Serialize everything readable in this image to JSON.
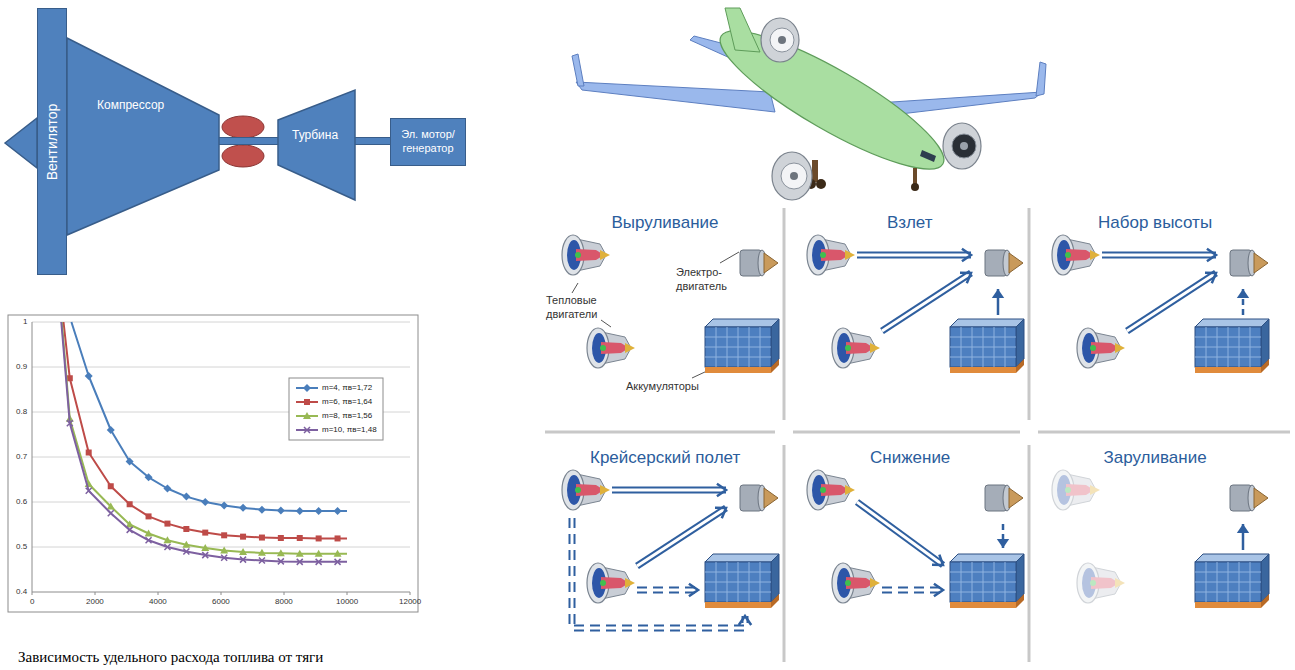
{
  "diagram": {
    "caption": "Зависимость удельного расхода топлива от тяги",
    "nodes": [
      {
        "text": [
          "Вентилятор"
        ]
      },
      {
        "text": [
          "Компрессор"
        ]
      },
      {
        "text": [
          "Турбина"
        ]
      },
      {
        "text": [
          "Эл. мотор/ генератор"
        ]
      }
    ],
    "edges": [
      {
        "from": 1,
        "to": 2,
        "arrow": "none"
      },
      {
        "from": 2,
        "to": 3,
        "arrow": "none"
      }
    ],
    "labels": [
      "Выруливание",
      "Взлет",
      "Набор высоты",
      "Тепловые двигатели",
      "Электро- двигатель",
      "Аккумуляторы",
      "Крейсерский полет",
      "Снижение",
      "Заруливание",
      "1",
      "0.9",
      "0.8",
      "0.7",
      "0.6",
      "0.5",
      "0.4",
      "0",
      "2000",
      "4000",
      "6000",
      "8000",
      "10000",
      "12000"
    ],
    "legend": [
      {
        "text": "m=4, πв=1,72"
      },
      {
        "text": "m=6, πв=1,64"
      },
      {
        "text": "m=8, πв=1,56"
      },
      {
        "text": "m=10, πв=1,48"
      }
    ]
  }
}
